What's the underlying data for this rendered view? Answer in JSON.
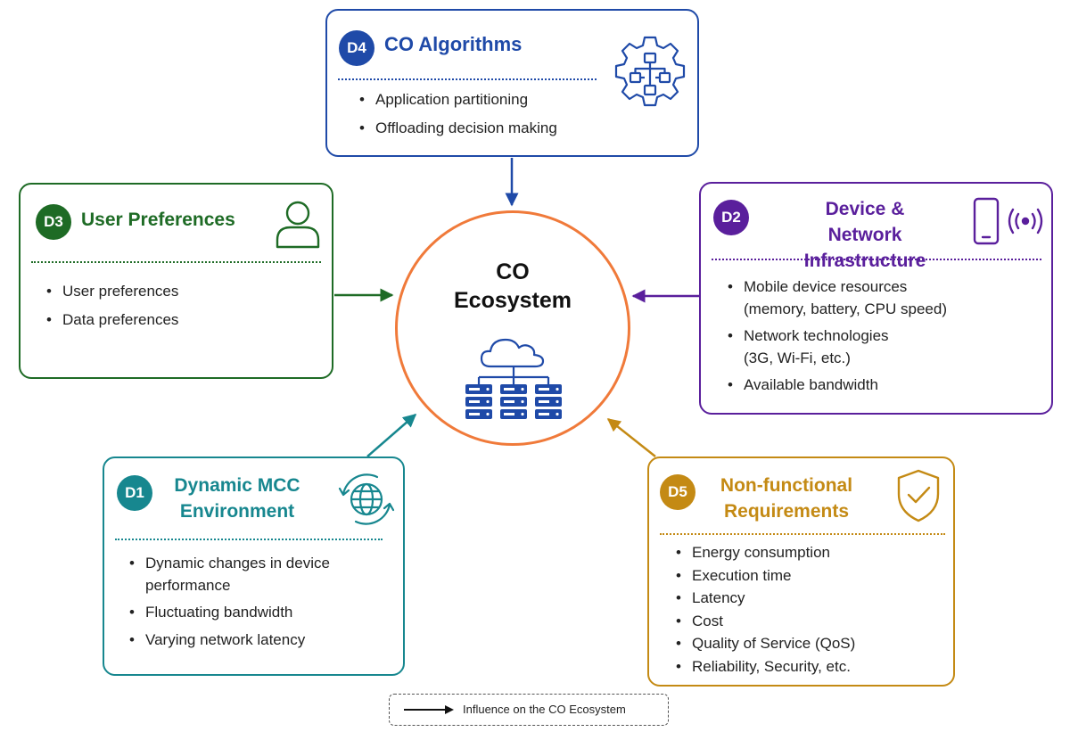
{
  "center": {
    "title_line1": "CO",
    "title_line2": "Ecosystem",
    "icon": "cloud-servers-icon"
  },
  "colors": {
    "d1": "#17878f",
    "d2": "#5a1f9c",
    "d3": "#1e6b25",
    "d4": "#1f4aa8",
    "d5": "#c48a14",
    "center": "#f07a3a"
  },
  "d4": {
    "badge": "D4",
    "title": "CO Algorithms",
    "icon": "gear-flowchart-icon",
    "items": [
      "Application partitioning",
      "Offloading decision making"
    ]
  },
  "d3": {
    "badge": "D3",
    "title": "User Preferences",
    "icon": "user-icon",
    "items": [
      "User preferences",
      "Data preferences"
    ]
  },
  "d2": {
    "badge": "D2",
    "title_line1": "Device &",
    "title_line2": "Network Infrastructure",
    "icon": "mobile-signal-icon",
    "items": [
      {
        "line1": "Mobile device resources",
        "line2": "(memory, battery, CPU speed)"
      },
      {
        "line1": "Network technologies",
        "line2": "(3G, Wi-Fi, etc.)"
      },
      {
        "line1": "Available bandwidth",
        "line2": ""
      }
    ]
  },
  "d1": {
    "badge": "D1",
    "title_line1": "Dynamic MCC",
    "title_line2": "Environment",
    "icon": "globe-refresh-icon",
    "items": [
      {
        "line1": "Dynamic changes in device",
        "line2": "performance"
      },
      {
        "line1": "Fluctuating bandwidth",
        "line2": ""
      },
      {
        "line1": "Varying network latency",
        "line2": ""
      }
    ]
  },
  "d5": {
    "badge": "D5",
    "title_line1": "Non-functional",
    "title_line2": "Requirements",
    "icon": "shield-check-icon",
    "items": [
      "Energy consumption",
      "Execution time",
      "Latency",
      "Cost",
      "Quality of Service (QoS)",
      "Reliability, Security, etc."
    ]
  },
  "legend": {
    "label": "Influence on the CO Ecosystem"
  }
}
